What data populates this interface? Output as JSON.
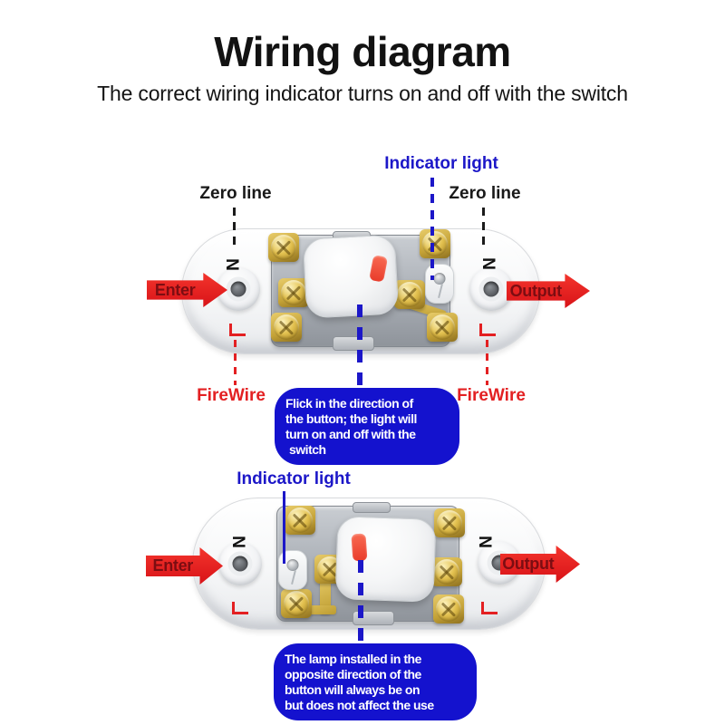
{
  "page": {
    "title": "Wiring diagram",
    "subtitle": "The correct wiring indicator turns on and off with the switch"
  },
  "colors": {
    "label_blue": "#1c17c8",
    "label_red": "#e32022",
    "callout_blue": "#1412ce",
    "arrow_red": "#e2191b",
    "button_stripe_red": "#ee4432",
    "brass_gold": "#d9b74a"
  },
  "top_diagram": {
    "indicator_light_label": "Indicator light",
    "zero_line_left_label": "Zero line",
    "zero_line_right_label": "Zero line",
    "enter_arrow_label": "Enter",
    "output_arrow_label": "Output",
    "n_marker_left": "N",
    "n_marker_right": "N",
    "firewire_left_label": "FireWire",
    "firewire_right_label": "FireWire",
    "callout_lines": [
      "Flick in the direction of",
      "the button; the light will",
      "turn on and off with the",
      "switch"
    ]
  },
  "bottom_diagram": {
    "indicator_light_label": "Indicator light",
    "enter_arrow_label": "Enter",
    "output_arrow_label": "Output",
    "n_marker_left": "N",
    "n_marker_right": "N",
    "callout_lines": [
      "The lamp installed in the",
      "opposite direction of the",
      "button will always be on",
      "but does not affect the use"
    ]
  }
}
